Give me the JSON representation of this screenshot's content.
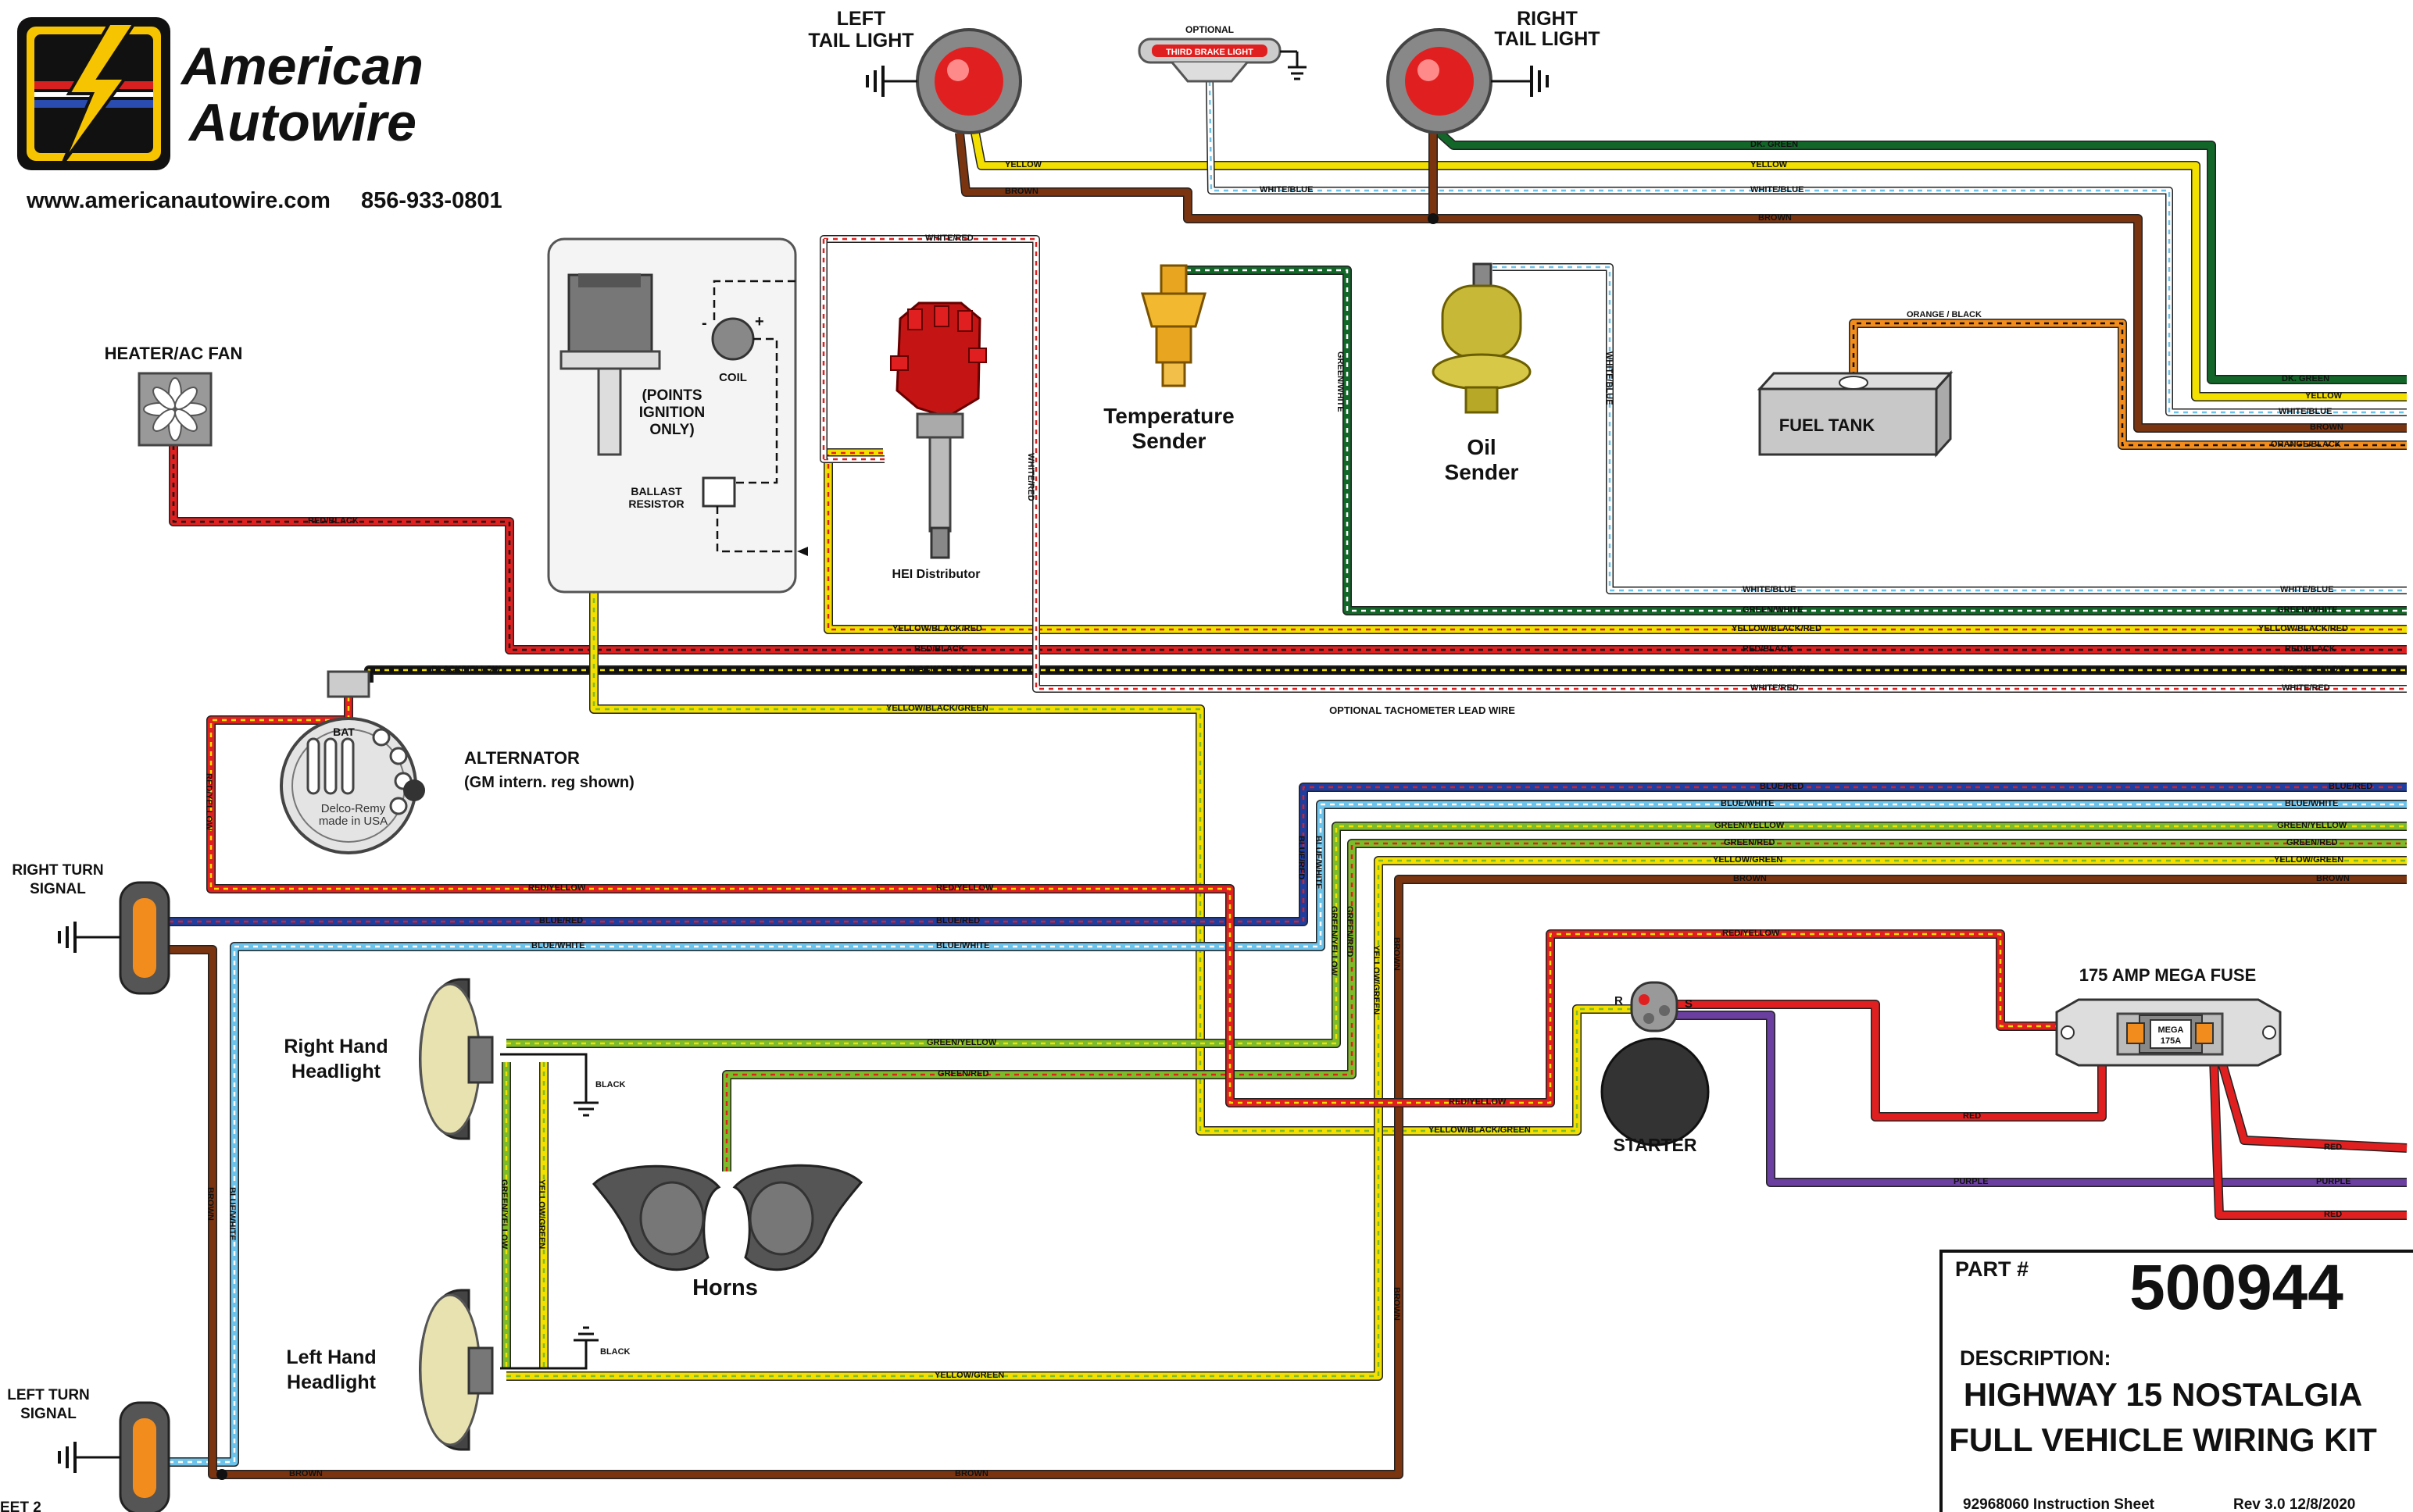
{
  "brand": {
    "name_line1": "American",
    "name_line2": "Autowire",
    "website": "www.americanautowire.com",
    "phone": "856-933-0801"
  },
  "components": {
    "left_tail_light": [
      "LEFT",
      "TAIL LIGHT"
    ],
    "right_tail_light": [
      "RIGHT",
      "TAIL LIGHT"
    ],
    "third_brake_optional": "OPTIONAL",
    "third_brake_light": "THIRD BRAKE LIGHT",
    "heater_fan": "HEATER/AC FAN",
    "coil": "COIL",
    "coil_minus": "-",
    "coil_plus": "+",
    "points_ignition": [
      "(POINTS",
      "IGNITION",
      "ONLY)"
    ],
    "ballast_resistor": [
      "BALLAST",
      "RESISTOR"
    ],
    "hei_distributor": "HEI Distributor",
    "temperature_sender": [
      "Temperature",
      "Sender"
    ],
    "oil_sender": [
      "Oil",
      "Sender"
    ],
    "fuel_tank": "FUEL TANK",
    "alternator": "ALTERNATOR",
    "alternator_note": "(GM intern. reg shown)",
    "alternator_bat": "BAT",
    "alternator_brand": [
      "Delco-Remy",
      "made in USA"
    ],
    "right_turn_signal": [
      "RIGHT TURN",
      "SIGNAL"
    ],
    "left_turn_signal": [
      "LEFT TURN",
      "SIGNAL"
    ],
    "right_headlight": [
      "Right Hand",
      "Headlight"
    ],
    "left_headlight": [
      "Left Hand",
      "Headlight"
    ],
    "horns": "Horns",
    "starter": "STARTER",
    "starter_r": "R",
    "starter_s": "S",
    "mega_fuse": "175 AMP MEGA FUSE",
    "mega_fuse_inner": [
      "MEGA",
      "175A"
    ],
    "optional_tach": "OPTIONAL TACHOMETER LEAD WIRE",
    "feet_fragment": "EET 2"
  },
  "wire_labels": {
    "dk_green": "DK. GREEN",
    "yellow": "YELLOW",
    "white_blue": "WHITE/BLUE",
    "brown": "BROWN",
    "orange_black_top": "ORANGE / BLACK",
    "orange_black": "ORANGE/BLACK",
    "white_red": "WHITE/RED",
    "green_white": "GREEN/WHITE",
    "red_black": "RED/BLACK",
    "black_yellow": "BLACK/YELLOW",
    "yellow_black_red": "YELLOW/BLACK/RED",
    "yellow_black_green": "YELLOW/BLACK/GREEN",
    "red_yellow": "RED/YELLOW",
    "blue_red": "BLUE/RED",
    "blue_white": "BLUE/WHITE",
    "green_yellow": "GREEN/YELLOW",
    "green_red": "GREEN/RED",
    "yellow_green": "YELLOW/GREEN",
    "black": "BLACK",
    "red": "RED",
    "purple": "PURPLE"
  },
  "title_block": {
    "part_label": "PART #",
    "part_number": "500944",
    "description_label": "DESCRIPTION:",
    "description_line1": "HIGHWAY 15 NOSTALGIA",
    "description_line2": "FULL VEHICLE WIRING KIT",
    "instruction_sheet": "92968060 Instruction Sheet",
    "revision": "Rev  3.0  12/8/2020"
  },
  "colors": {
    "red": "#e02020",
    "yellow": "#f3e000",
    "brown": "#7a3410",
    "dk_green": "#116628",
    "green": "#7dbb2a",
    "blue": "#1f3ea0",
    "light_blue": "#6ec3ea",
    "orange": "#f28c1c",
    "purple": "#6b3fa0",
    "black": "#111111",
    "distributor_red": "#c41414"
  }
}
